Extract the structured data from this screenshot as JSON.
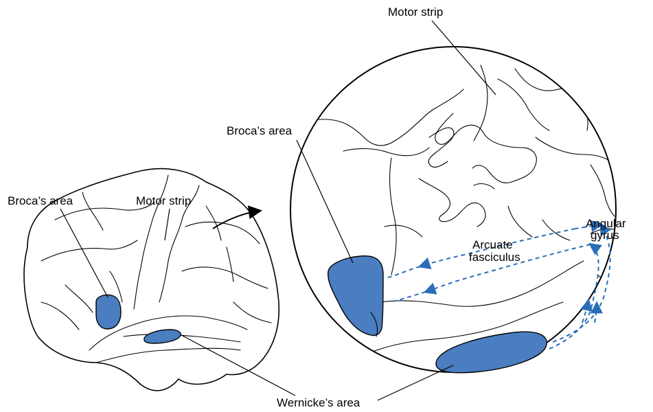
{
  "labels": {
    "motor_strip_top": "Motor strip",
    "broca_right": "Broca’s area",
    "broca_left": "Broca’s area",
    "motor_strip_left": "Motor strip",
    "arcuate_line1": "Arcuate",
    "arcuate_line2": "fasciculus",
    "angular_line1": "Angular",
    "angular_line2": "gyrus",
    "wernicke": "Wernicke’s area"
  },
  "colors": {
    "region_fill": "#4a7ec0",
    "pathway": "#2a6eb8"
  }
}
